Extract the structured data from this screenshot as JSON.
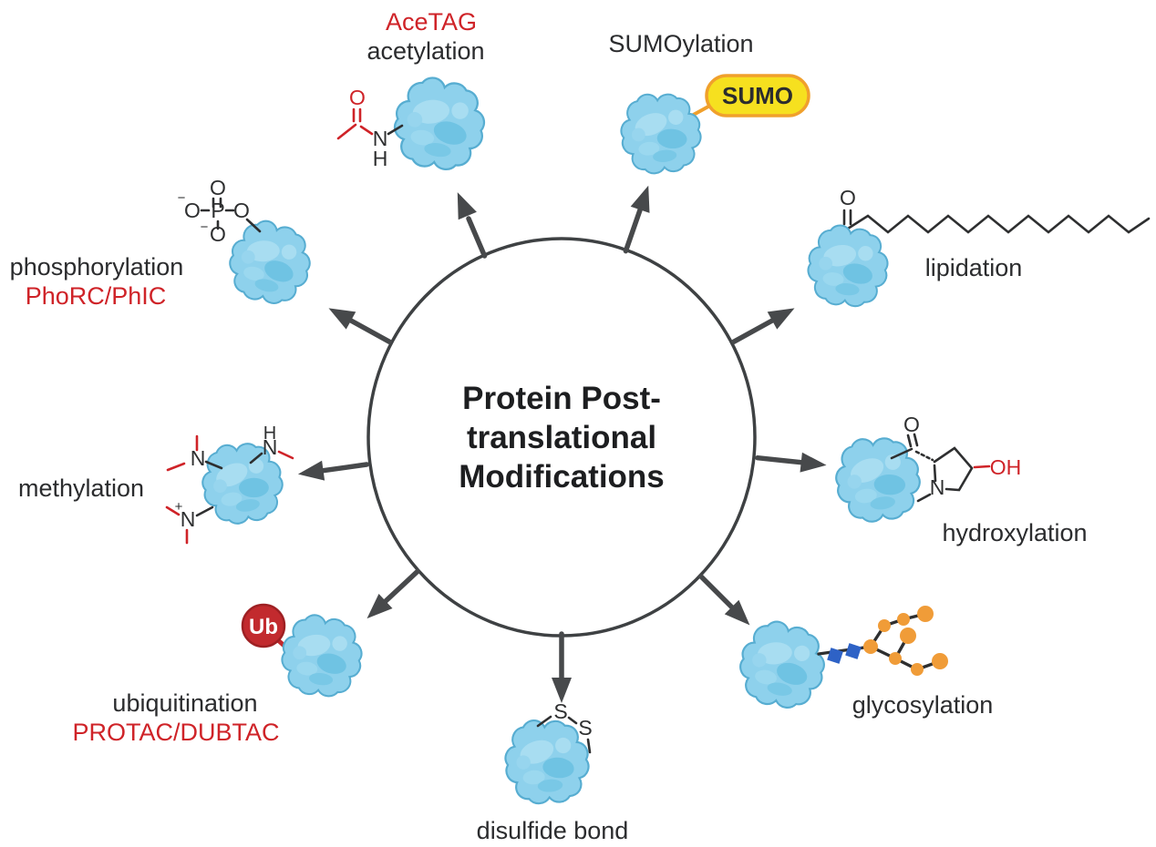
{
  "figure": {
    "title_lines": [
      "Protein Post-",
      "translational",
      "Modifications"
    ]
  },
  "modifications": {
    "acetylation": {
      "tag": "AceTAG",
      "label": "acetylation",
      "atom_o": "O",
      "atom_n": "N",
      "atom_h": "H"
    },
    "sumoylation": {
      "label": "SUMOylation",
      "badge": "SUMO"
    },
    "lipidation": {
      "label": "lipidation",
      "atom_o": "O"
    },
    "hydroxylation": {
      "label": "hydroxylation",
      "atom_o": "O",
      "atom_n": "N",
      "atom_oh": "OH"
    },
    "glycosylation": {
      "label": "glycosylation"
    },
    "disulfide_bond": {
      "label": "disulfide bond",
      "atom_s1": "S",
      "atom_s2": "S"
    },
    "ubiquitination": {
      "label": "ubiquitination",
      "tag": "PROTAC/DUBTAC",
      "badge": "Ub"
    },
    "methylation": {
      "label": "methylation",
      "atom_n1": "N",
      "atom_n2": "N",
      "atom_n2_h": "H",
      "atom_n3": "N",
      "atom_n3_plus": "+"
    },
    "phosphorylation": {
      "label": "phosphorylation",
      "tag": "PhoRC/PhIC",
      "atom_o_top": "O",
      "atom_p": "P",
      "atom_o_left": "O",
      "atom_o_right": "O",
      "atom_o_bottom": "O",
      "minus_left": "−",
      "minus_bottom": "−"
    }
  },
  "colors": {
    "text_black": "#2b2c2e",
    "accent_red": "#cf2328",
    "protein_fill": "#8ed1ec",
    "protein_outline": "#57add1",
    "arrow_gray": "#47494b",
    "circle_outline": "#3e4143",
    "sumo_fill": "#f6e01f",
    "sumo_border": "#f0a02c",
    "ub_fill": "#c22a2e",
    "glyco_square_blue": "#2e62c6",
    "glyco_circle_orange": "#f09c38"
  }
}
